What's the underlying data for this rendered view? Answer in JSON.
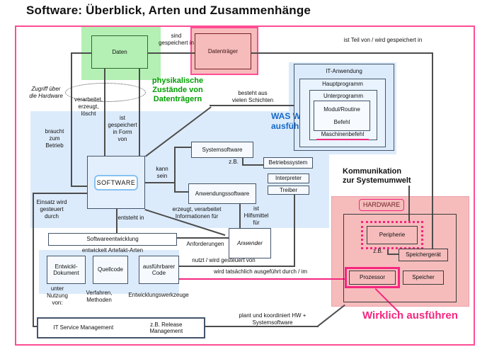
{
  "title": "Software: Überblick, Arten und Zusammenhänge",
  "nodes": {
    "daten": "Daten",
    "datentraeger": "Datenträger",
    "software": "SOFTWARE",
    "it_anwendung": "IT-Anwendung",
    "hauptprogramm": "Hauptprogramm",
    "unterprogramm": "Unterprogramm",
    "modul_routine": "Modul/Routine",
    "befehl": "Befehl",
    "maschinenbefehl": "Maschinenbefehl",
    "systemsoftware": "Systemsoftware",
    "betriebssystem": "Betriebssystem",
    "interpreter": "Interpreter",
    "treiber": "Treiber",
    "anwendungssoftware": "Anwendungssoftware",
    "anwender": "Anwender",
    "softwareentwicklung": "Softwareentwicklung",
    "entwickl_dokument": "Entwickl-\nDokument",
    "quellcode": "Quellcode",
    "ausfuehrbarer_code": "ausführbarer\nCode",
    "it_service_management": "IT Service Management",
    "release_management": "z.B. Release\nManagement",
    "hardware": "HARDWARE",
    "peripherie": "Peripherie",
    "speichergeraet": "Speichergerät",
    "prozessor": "Prozessor",
    "speicher": "Speicher"
  },
  "edges": {
    "sind_gespeichert_in": "sind\ngespeichert in",
    "ist_teil_von": "ist Teil von / wird gespeichert in",
    "verarbeitet": "verarbeitet,\nerzeugt,\nlöscht",
    "ist_gespeichert_in_form_von": "ist\ngespeichert\nin Form\nvon",
    "braucht_zum_betrieb": "braucht\nzum\nBetrieb",
    "einsatz_wird_gesteuert": "Einsatz wird\ngesteuert\ndurch",
    "besteht_aus": "besteht aus\nvielen Schichten",
    "kann_sein": "kann\nsein",
    "zb_system": "z.B.",
    "zb_hardware": "z.B.",
    "entsteht_in": "entsteht in",
    "erzeugt_informationen": "erzeugt, verarbeitet\nInformationen für",
    "ist_hilfsmittel_fuer": "ist\nHilfsmittel\nfür",
    "anforderungen": "Anforderungen",
    "entwickelt_artefakt_arten": "entwickelt Artefakt-Arten",
    "nutzt_wird_gesteuert": "nutzt / wird gesteuert von",
    "wird_tatsaechlich": "wird tatsächlich ausgeführt durch / im",
    "unter_nutzung_von": "unter\nNutzung\nvon:",
    "verfahren_methoden": "Verfahren,\nMethoden",
    "entwicklungswerkzeuge": "Entwicklungswerkzeuge",
    "plant_und_koordiniert": "plant und koordiniert HW +\nSystemsoftware"
  },
  "annotations": {
    "zugriff": "Zugriff über\ndie Hardware",
    "physikalische": "physikalische\nZustände von\nDatenträgern",
    "was_wie": "WAS WIE\nausführen?",
    "kommunikation": "Kommunikation\nzur Systemumwelt",
    "wirklich": "Wirklich ausführen"
  },
  "colors": {
    "frame_pink": "#ff4d94",
    "accent_pink": "#f5267e",
    "green_fill": "#b4f0b4",
    "red_fill": "#f6bcbc",
    "blue_fill": "#dcebfb",
    "green_text": "#00a000",
    "blue_text": "#1569c8",
    "line": "#4d4d4d"
  }
}
